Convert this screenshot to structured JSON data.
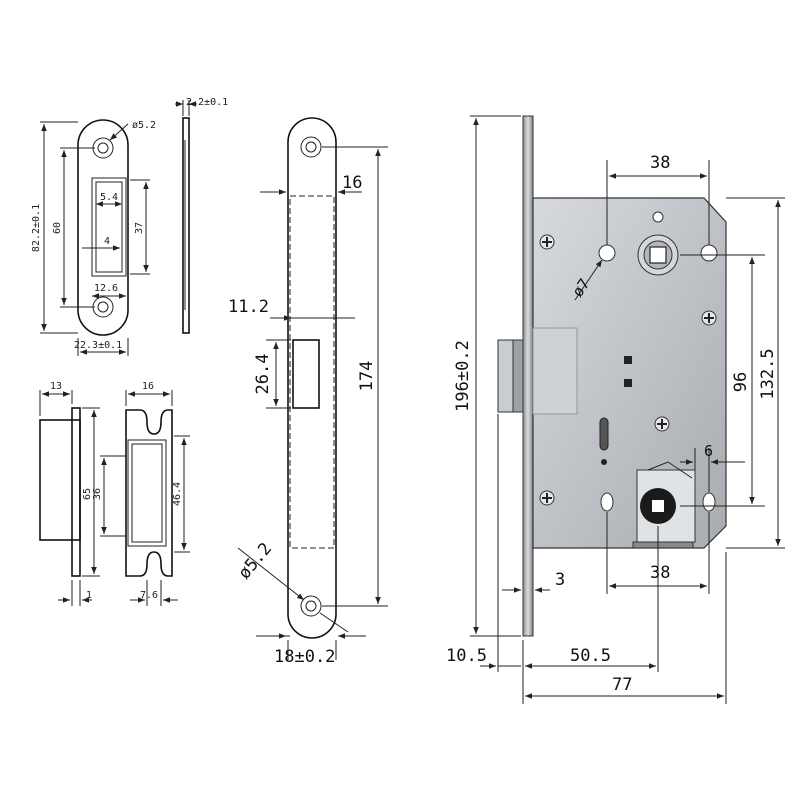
{
  "strike_plate": {
    "hole_dia": "ø5.2",
    "thickness": "2.2±0.1",
    "height": "82.2±0.1",
    "hole_spacing": "60",
    "width": "22.3±0.1",
    "window_width": "12.6",
    "window_height": "37",
    "window_offset": "5.4",
    "window_inner": "4"
  },
  "keeper_box": {
    "flange": "13",
    "length": "65",
    "depth": "36",
    "wall": "1"
  },
  "keeper_profile": {
    "width": "16",
    "height": "46.4",
    "slot": "7.6"
  },
  "faceplate": {
    "thickness": "16",
    "latch_offset": "11.2",
    "latch_height": "26.4",
    "length": "174",
    "hole_dia": "ø5.2",
    "width": "18±0.2"
  },
  "lock_body": {
    "total_height": "196±0.2",
    "spindle_to_screw": "38",
    "hole_dia": "ø7",
    "spindle_to_cylinder": "96",
    "screw_spacing": "132.5",
    "cylinder_offset": "6",
    "cylinder_spacing": "38",
    "faceplate_thickness": "3",
    "faceplate_edge": "10.5",
    "backset": "50.5",
    "body_depth": "77"
  }
}
